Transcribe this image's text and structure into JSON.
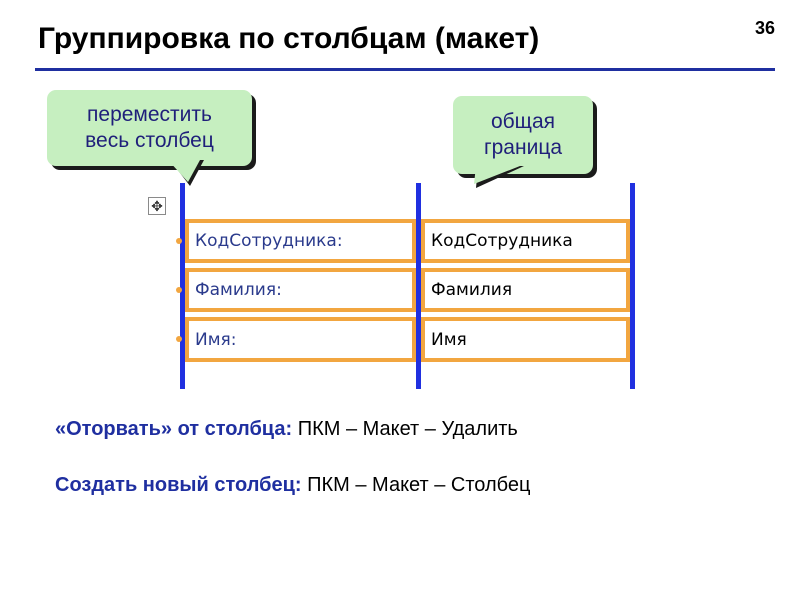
{
  "slide": {
    "title": "Группировка по столбцам (макет)",
    "page_number": "36"
  },
  "callouts": {
    "move_column": [
      "переместить",
      "весь столбец"
    ],
    "shared_border": [
      "общая",
      "граница"
    ],
    "fill_color": "#c6efc0",
    "text_color": "#1f1f7a"
  },
  "layout_form": {
    "move_handle_icon": "move-cross-icon",
    "rows": [
      {
        "label": "КодСотрудника:",
        "value": "КодСотрудника"
      },
      {
        "label": "Фамилия:",
        "value": "Фамилия"
      },
      {
        "label": "Имя:",
        "value": "Имя"
      }
    ],
    "column_line_color": "#2030e0",
    "field_border_color": "#f2a640"
  },
  "instructions": [
    {
      "lead": "«Оторвать» от столбца:",
      "text": " ПКМ – Макет – Удалить"
    },
    {
      "lead": "Создать новый столбец:",
      "text": " ПКМ – Макет – Столбец"
    }
  ],
  "accent_color": "#1f2fa0"
}
